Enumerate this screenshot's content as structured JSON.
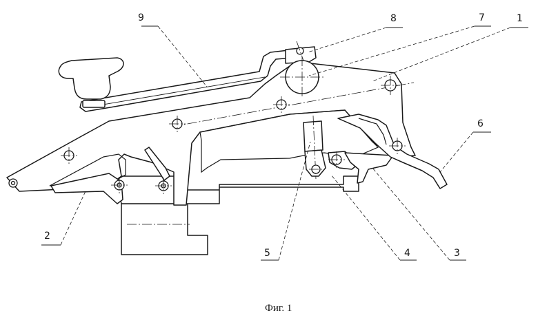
{
  "caption": "Фиг. 1",
  "labels": {
    "l1": "1",
    "l2": "2",
    "l3": "3",
    "l4": "4",
    "l5": "5",
    "l6": "6",
    "l7": "7",
    "l8": "8",
    "l9": "9"
  },
  "colors": {
    "line": "#1a1a1a",
    "background": "#ffffff"
  }
}
